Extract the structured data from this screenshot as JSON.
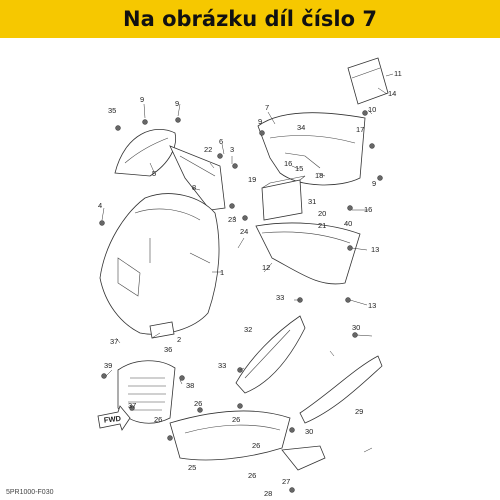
{
  "header": {
    "title": "Na obrázku díl číslo 7",
    "background": "#f6c800"
  },
  "diagram": {
    "callouts": [
      "1",
      "2",
      "3",
      "4",
      "5",
      "6",
      "7",
      "8",
      "9",
      "10",
      "11",
      "12",
      "13",
      "14",
      "15",
      "16",
      "17",
      "18",
      "19",
      "20",
      "21",
      "22",
      "23",
      "24",
      "25",
      "26",
      "27",
      "28",
      "29",
      "30",
      "31",
      "32",
      "33",
      "34",
      "35",
      "36",
      "37",
      "38",
      "39",
      "40"
    ],
    "fwd_label": "FWD",
    "footer_code": "5PR1000-F030"
  }
}
